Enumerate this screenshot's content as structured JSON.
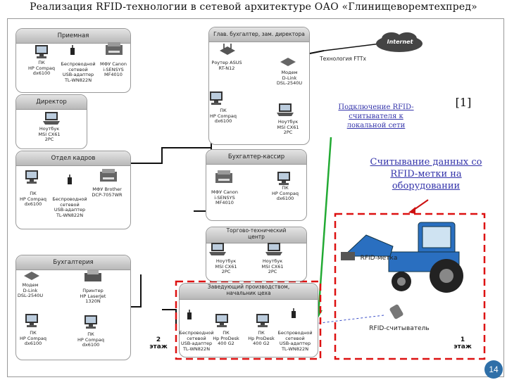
{
  "title": "Реализация RFID-технологии в сетевой архитектуре ОАО «Глинищеворемтехпред»",
  "rooms": {
    "reception": {
      "title": "Приемная",
      "pc": "ПК\nHP Compaq\ndx6100",
      "wireless": "Беспроводной\nсетевой\nUSB-адаптер\nTL-WN822N",
      "mfu": "МФУ Canon\ni-SENSYS\nMF4010"
    },
    "director": {
      "title": "Директор",
      "laptop": "Ноутбук\nMSI CX61\n2PC"
    },
    "hr": {
      "title": "Отдел кадров",
      "pc": "ПК\nHP Compaq\ndx6100",
      "wireless": "Беспроводной\nсетевой\nUSB-адаптер\nTL-WN822N",
      "mfu": "МФУ Brother\nDCP-7057WR"
    },
    "accounting": {
      "title": "Бухгалтерия",
      "modem": "Модем\nD-Link\nDSL-2540U",
      "printer": "Принтер\nHP LaserJet\n1320N",
      "pc1": "ПК\nHP Compaq\ndx6100",
      "pc2": "ПК\nHP Compaq\ndx6100"
    },
    "chief": {
      "title": "Глав. бухгалтер, зам. директора",
      "router": "Роутер ASUS\nRT-N12",
      "modem": "Модем\nD-Link\nDSL-2540U",
      "pc": "ПК\nHP Compaq\ndx6100",
      "laptop": "Ноутбук\nMSI CX61\n2PC"
    },
    "cashier": {
      "title": "Бухгалтер-кассир",
      "mfu": "МФУ Canon\ni-SENSYS\nMF4010",
      "pc": "ПК\nHP Compaq\ndx6100"
    },
    "trade": {
      "title": "Торгово-технический\nцентр",
      "laptop1": "Ноутбук\nMSI CX61\n2PC",
      "laptop2": "Ноутбук\nMSI CX61\n2PC"
    },
    "workshop": {
      "title": "Заведующий производством,\nначальник цеха",
      "wireless1": "Беспроводной\nсетевой\nUSB-адаптер\nTL-WN822N",
      "pc1": "ПК\nHp ProDesk\n400 G2",
      "pc2": "ПК\nHp ProDesk\n400 G2",
      "wireless2": "Беспроводной\nсетевой\nUSB-адаптер\nTL-WN822N"
    }
  },
  "internet": {
    "cloud": "Internet",
    "tech": "Технология FTTx"
  },
  "floors": {
    "second": "2\nэтаж",
    "first": "1\nэтаж"
  },
  "annotations": {
    "rfid_connect": "Подключение RFID-\nсчитывателя к\nлокальной сети",
    "ref": "[1]",
    "rfid_read": "Считывание данных со\nRFID-метки на\nоборудовании"
  },
  "equipment": {
    "rfid_tag": "RFID-метка",
    "rfid_reader": "RFID-считыватель"
  },
  "colors": {
    "arrow_green": "#22aa33",
    "arrow_red": "#cc1111",
    "frame_red": "#dd1111",
    "link_blue": "#3a4ec8",
    "tractor_blue": "#2a6fc0"
  },
  "page_number": "14"
}
